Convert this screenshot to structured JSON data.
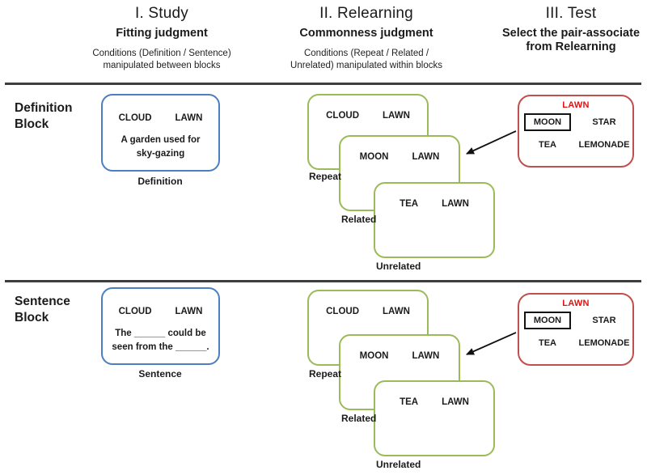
{
  "figure": {
    "phases": [
      {
        "title": "I. Study",
        "subtitle_lines": [
          "Fitting judgment",
          ""
        ],
        "note_lines": [
          "Conditions (Definition / Sentence)",
          "manipulated between blocks"
        ]
      },
      {
        "title": "II. Relearning",
        "subtitle_lines": [
          "Commonness judgment",
          ""
        ],
        "note_lines": [
          "Conditions (Repeat / Related /",
          "Unrelated) manipulated within blocks"
        ]
      },
      {
        "title": "III. Test",
        "subtitle_lines": [
          "Select the pair-associate",
          "from Relearning"
        ],
        "note_lines": [
          "",
          ""
        ]
      }
    ],
    "rows": [
      {
        "block_label_lines": [
          "Definition",
          "Block"
        ],
        "study": {
          "left_word": "CLOUD",
          "right_word": "LAWN",
          "prompt_lines": [
            "A garden used for",
            "sky-gazing"
          ],
          "caption": "Definition"
        },
        "relearning": [
          {
            "left_word": "CLOUD",
            "right_word": "LAWN",
            "caption": "Repeat"
          },
          {
            "left_word": "MOON",
            "right_word": "LAWN",
            "caption": "Related"
          },
          {
            "left_word": "TEA",
            "right_word": "LAWN",
            "caption": "Unrelated"
          }
        ],
        "test": {
          "cue": "LAWN",
          "boxed_option": "MOON",
          "option_top_right": "STAR",
          "option_bottom_left": "TEA",
          "option_bottom_right": "LEMONADE"
        }
      },
      {
        "block_label_lines": [
          "Sentence",
          "Block"
        ],
        "study": {
          "left_word": "CLOUD",
          "right_word": "LAWN",
          "prompt_lines": [
            "The ______ could be",
            "seen from the ______."
          ],
          "caption": "Sentence"
        },
        "relearning": [
          {
            "left_word": "CLOUD",
            "right_word": "LAWN",
            "caption": "Repeat"
          },
          {
            "left_word": "MOON",
            "right_word": "LAWN",
            "caption": "Related"
          },
          {
            "left_word": "TEA",
            "right_word": "LAWN",
            "caption": "Unrelated"
          }
        ],
        "test": {
          "cue": "LAWN",
          "boxed_option": "MOON",
          "option_top_right": "STAR",
          "option_bottom_left": "TEA",
          "option_bottom_right": "LEMONADE"
        }
      }
    ],
    "colors": {
      "study_border": "#4D7EBF",
      "relearning_border": "#9BBB59",
      "test_border": "#C0504D",
      "cue_text": "#E01212",
      "divider": "#3D3D3D",
      "arrow": "#111111",
      "text": "#1B1B1B"
    }
  }
}
